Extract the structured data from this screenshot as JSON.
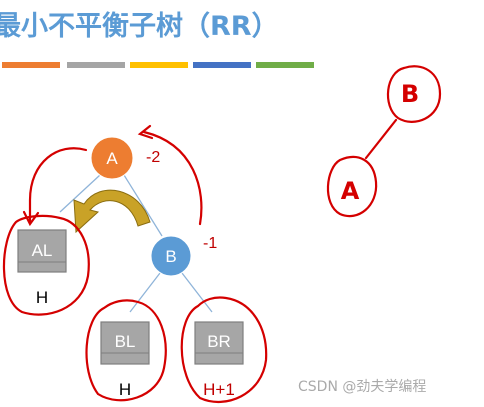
{
  "slide": {
    "title": "最小不平衡子树（RR）",
    "title_color": "#5b9bd5",
    "accent_bars": [
      "#ed7d31",
      "#a5a5a5",
      "#ffc000",
      "#4472c4",
      "#70ad47"
    ]
  },
  "tree": {
    "nodes": {
      "A": {
        "label": "A",
        "balance": "-2",
        "color": "#ed7d31"
      },
      "B": {
        "label": "B",
        "balance": "-1",
        "color": "#5b9bd5"
      }
    },
    "subtrees": {
      "AL": {
        "label": "AL",
        "height": "H"
      },
      "BL": {
        "label": "BL",
        "height": "H"
      },
      "BR": {
        "label": "BR",
        "height": "H+1"
      }
    },
    "rotation_arrow_color": "#c9a227"
  },
  "sketch": {
    "top": "B",
    "bottom": "A",
    "ink_color": "#d40000"
  },
  "watermark": "CSDN @劲夫学编程"
}
